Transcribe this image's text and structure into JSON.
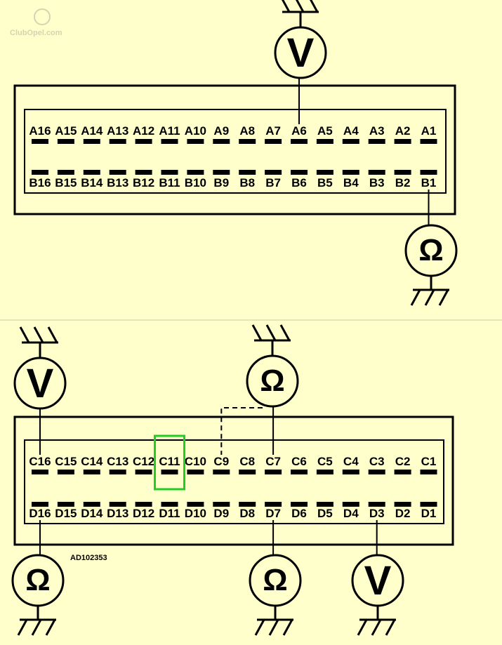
{
  "watermark": "ClubOpel.com",
  "figure_code": "AD102353",
  "highlight_color": "#22cc22",
  "background_color": "#ffffcc",
  "connectors": [
    {
      "name": "connector-ab",
      "top_row": [
        "A16",
        "A15",
        "A14",
        "A13",
        "A12",
        "A11",
        "A10",
        "A9",
        "A8",
        "A7",
        "A6",
        "A5",
        "A4",
        "A3",
        "A2",
        "A1"
      ],
      "bottom_row": [
        "B16",
        "B15",
        "B14",
        "B13",
        "B12",
        "B11",
        "B10",
        "B9",
        "B8",
        "B7",
        "B6",
        "B5",
        "B4",
        "B3",
        "B2",
        "B1"
      ]
    },
    {
      "name": "connector-cd",
      "top_row": [
        "C16",
        "C15",
        "C14",
        "C13",
        "C12",
        "C11",
        "C10",
        "C9",
        "C8",
        "C7",
        "C6",
        "C5",
        "C4",
        "C3",
        "C2",
        "C1"
      ],
      "bottom_row": [
        "D16",
        "D15",
        "D14",
        "D13",
        "D12",
        "D11",
        "D10",
        "D9",
        "D8",
        "D7",
        "D6",
        "D5",
        "D4",
        "D3",
        "D2",
        "D1"
      ]
    }
  ],
  "meters": [
    {
      "name": "voltmeter-a6",
      "symbol": "V",
      "pin": "A6",
      "icon": "voltmeter-icon"
    },
    {
      "name": "ohmmeter-b1",
      "symbol": "Ω",
      "pin": "B1",
      "icon": "ohmmeter-icon"
    },
    {
      "name": "voltmeter-c16",
      "symbol": "V",
      "pin": "C16",
      "icon": "voltmeter-icon"
    },
    {
      "name": "ohmmeter-c7-c9",
      "symbol": "Ω",
      "pin": "C7",
      "alt_pin": "C9",
      "icon": "ohmmeter-icon"
    },
    {
      "name": "ohmmeter-d16",
      "symbol": "Ω",
      "pin": "D16",
      "icon": "ohmmeter-icon"
    },
    {
      "name": "ohmmeter-d7",
      "symbol": "Ω",
      "pin": "D7",
      "icon": "ohmmeter-icon"
    },
    {
      "name": "voltmeter-d3",
      "symbol": "V",
      "pin": "D3",
      "icon": "voltmeter-icon"
    }
  ],
  "highlighted_pin": "C11"
}
